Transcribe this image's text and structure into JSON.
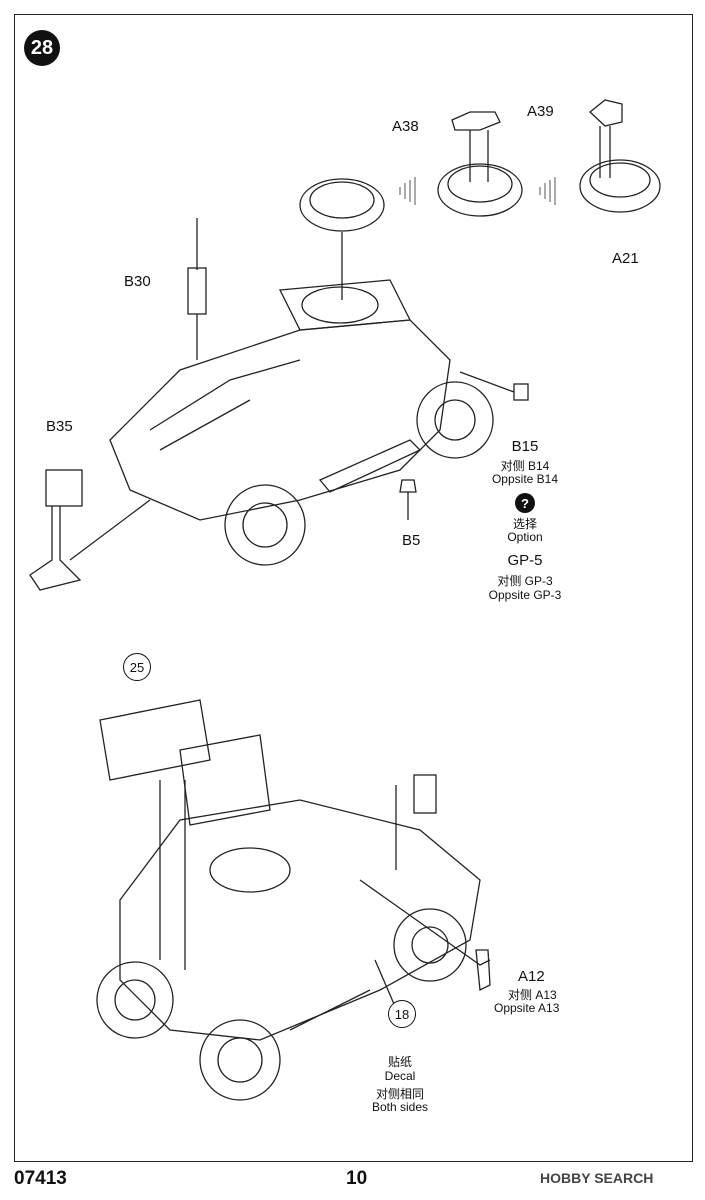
{
  "step": "28",
  "top_labels": {
    "a38": "A38",
    "a39": "A39",
    "a21": "A21",
    "b30": "B30",
    "b35": "B35",
    "b5": "B5"
  },
  "b15_block": {
    "part": "B15",
    "opposite_cn": "对侧 B14",
    "opposite_en": "Oppsite  B14",
    "option_icon": "?",
    "option_cn": "选择",
    "option_en": "Option",
    "gp_part": "GP-5",
    "gp_opposite_cn": "对侧 GP-3",
    "gp_opposite_en": "Oppsite  GP-3"
  },
  "bottom_refs": {
    "step_25": "25",
    "step_18": "18"
  },
  "a12_block": {
    "part": "A12",
    "opposite_cn": "对侧 A13",
    "opposite_en": "Oppsite A13"
  },
  "decal_block": {
    "cn": "贴纸",
    "en": "Decal",
    "both_cn": "对侧相同",
    "both_en": "Both sides"
  },
  "footer": {
    "code": "07413",
    "page": "10",
    "brand": "HOBBY SEARCH"
  }
}
